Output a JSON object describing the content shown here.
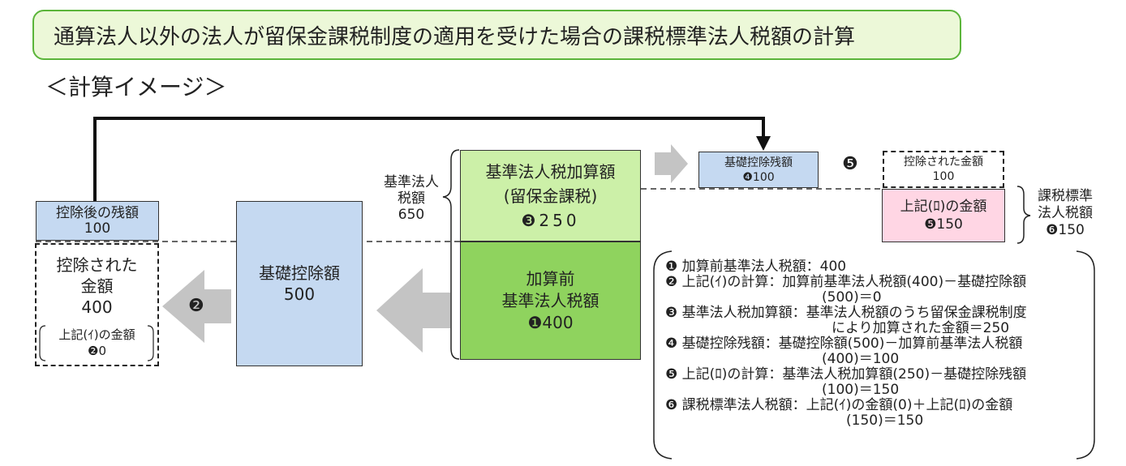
{
  "title": "通算法人以外の法人が留保金課税制度の適用を受けた場合の課税標準法人税額の計算",
  "subtitle": "＜計算イメージ＞",
  "left_remain": {
    "label": "控除後の残額",
    "value": "100"
  },
  "deducted_left": {
    "line1": "控除された",
    "line2": "金額",
    "value": "400",
    "sub_label": "上記(ｲ)の金額",
    "sub_value": "❷0"
  },
  "circle_2": "❷",
  "basic_deduction": {
    "label": "基礎控除額",
    "value": "500"
  },
  "standard_tax_label": {
    "line1": "基準法人",
    "line2": "税額",
    "value": "650"
  },
  "addition": {
    "line1": "基準法人税加算額",
    "line2": "(留保金課税)",
    "value": "❸250"
  },
  "before_addition": {
    "line1": "加算前",
    "line2": "基準法人税額",
    "value": "❶400"
  },
  "basic_remaining": {
    "label": "基礎控除残額",
    "value": "❹100"
  },
  "circle_5": "❺",
  "deducted_right": {
    "label": "控除された金額",
    "value": "100"
  },
  "ro_amount": {
    "label": "上記(ﾛ)の金額",
    "value": "❺150"
  },
  "taxable": {
    "line1": "課税標準",
    "line2": "法人税額",
    "value": "❻150"
  },
  "notes": [
    {
      "text": "❶ 加算前基準法人税額：400",
      "cont": ""
    },
    {
      "text": "❷ 上記(ｲ)の計算：加算前基準法人税額(400)－基礎控除額",
      "cont": "(500)＝0"
    },
    {
      "text": "❸ 基準法人税加算額：基準法人税額のうち留保金課税制度",
      "cont": "により加算された金額＝250"
    },
    {
      "text": "❹ 基礎控除残額：基礎控除額(500)－加算前基準法人税額",
      "cont": "(400)＝100"
    },
    {
      "text": "❺ 上記(ﾛ)の計算：基準法人税加算額(250)－基礎控除残額",
      "cont": "(100)＝150"
    },
    {
      "text": "❻ 課税標準法人税額：上記(ｲ)の金額(0)＋上記(ﾛ)の金額",
      "cont": "(150)＝150"
    }
  ],
  "colors": {
    "blue": "#c5d9f1",
    "light_green": "#ccf0a8",
    "dark_green": "#8fd35e",
    "pink": "#ffd6e4",
    "arrow_gray": "#c0c0c0",
    "title_border": "#5bb53a"
  }
}
